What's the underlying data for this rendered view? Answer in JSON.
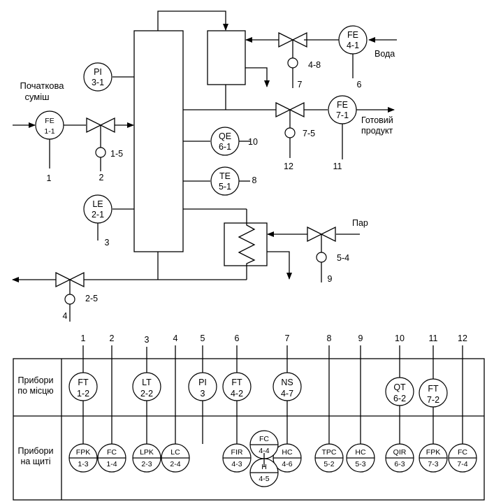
{
  "labels": {
    "feed": [
      "Початкова",
      "суміш"
    ],
    "water": "Вода",
    "product": [
      "Готовий",
      "продукт"
    ],
    "steam": "Пар",
    "row_field": [
      "Прибори",
      "по місцю"
    ],
    "row_panel": [
      "Прибори",
      "на щиті"
    ]
  },
  "field_sensors": [
    {
      "id": "fe11",
      "code": "FE",
      "num": "1-1",
      "line": "1"
    },
    {
      "id": "pi31",
      "code": "PI",
      "num": "3-1",
      "line": ""
    },
    {
      "id": "le21",
      "code": "LE",
      "num": "2-1",
      "line": "3"
    },
    {
      "id": "qe61",
      "code": "QE",
      "num": "6-1",
      "line": "10"
    },
    {
      "id": "te51",
      "code": "TE",
      "num": "5-1",
      "line": "8"
    },
    {
      "id": "fe41",
      "code": "FE",
      "num": "4-1",
      "line": "6"
    },
    {
      "id": "fe71",
      "code": "FE",
      "num": "7-1",
      "line": "11"
    }
  ],
  "actuators": [
    {
      "id": "v15",
      "num": "1-5",
      "line": "2"
    },
    {
      "id": "v48",
      "num": "4-8",
      "line": "7"
    },
    {
      "id": "v75",
      "num": "7-5",
      "line": "12"
    },
    {
      "id": "v54",
      "num": "5-4",
      "line": "9"
    },
    {
      "id": "v25",
      "num": "2-5",
      "line": "4"
    }
  ],
  "columns": [
    "1",
    "2",
    "3",
    "4",
    "5",
    "6",
    "7",
    "8",
    "9",
    "10",
    "11",
    "12"
  ],
  "local_instruments": [
    {
      "code": "FT",
      "num": "1-2"
    },
    {
      "code": "LT",
      "num": "2-2"
    },
    {
      "code": "PI",
      "num": "3"
    },
    {
      "code": "FT",
      "num": "4-2"
    },
    {
      "code": "NS",
      "num": "4-7"
    },
    {
      "code": "QT",
      "num": "6-2"
    },
    {
      "code": "FT",
      "num": "7-2"
    }
  ],
  "panel_instruments": [
    {
      "code": "FPK",
      "num": "1-3"
    },
    {
      "code": "FC",
      "num": "1-4"
    },
    {
      "code": "LPK",
      "num": "2-3"
    },
    {
      "code": "LC",
      "num": "2-4"
    },
    {
      "code": "FIR",
      "num": "4-3"
    },
    {
      "code": "FC",
      "num": "4-4"
    },
    {
      "code": "H",
      "num": "4-5"
    },
    {
      "code": "HC",
      "num": "4-6"
    },
    {
      "code": "TPC",
      "num": "5-2"
    },
    {
      "code": "HC",
      "num": "5-3"
    },
    {
      "code": "QIR",
      "num": "6-3"
    },
    {
      "code": "FPK",
      "num": "7-3"
    },
    {
      "code": "FC",
      "num": "7-4"
    }
  ]
}
